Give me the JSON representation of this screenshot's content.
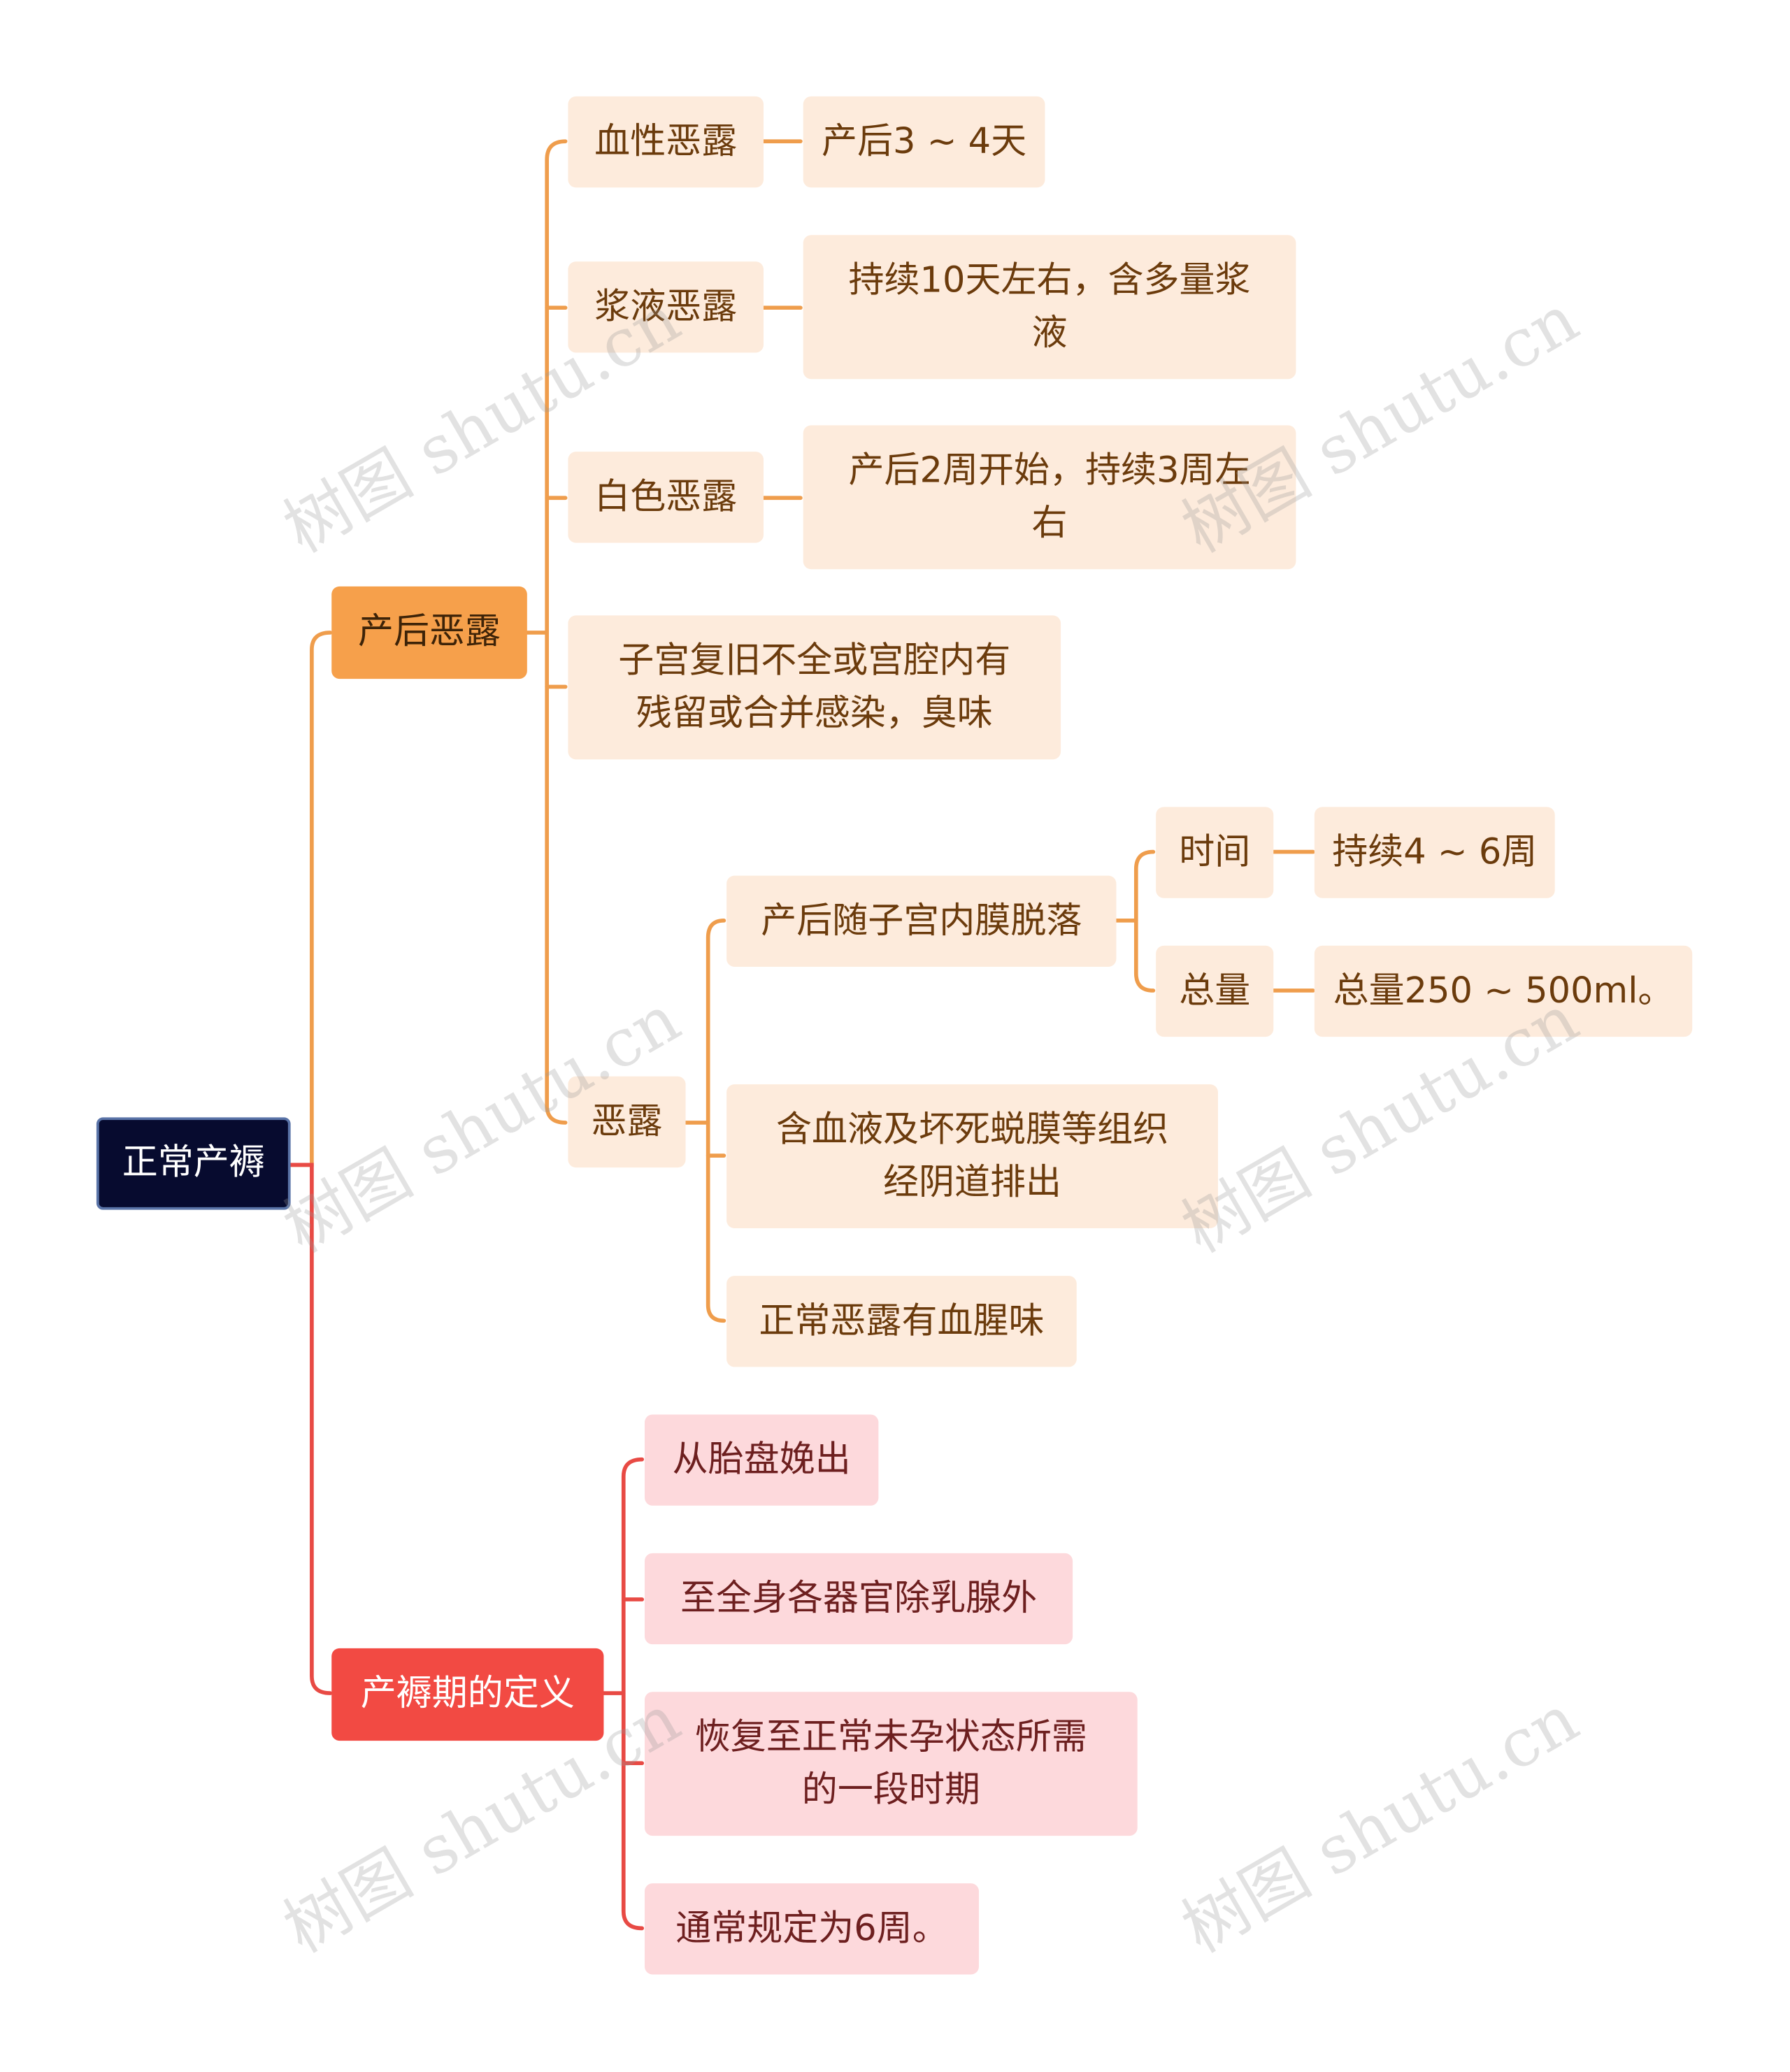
{
  "root": {
    "label": "正常产褥"
  },
  "lochia": {
    "label": "产后恶露",
    "bloody": {
      "label": "血性恶露",
      "desc": "产后3 ~ 4天"
    },
    "serous": {
      "label": "浆液恶露",
      "desc_line1": "持续10天左右，含多量浆",
      "desc_line2": "液"
    },
    "white": {
      "label": "白色恶露",
      "desc_line1": "产后2周开始，持续3周左",
      "desc_line2": "右"
    },
    "abnormal": {
      "line1": "子宫复旧不全或宫腔内有",
      "line2": "残留或合并感染，臭味"
    },
    "general": {
      "label": "恶露",
      "shed": {
        "label": "产后随子宫内膜脱落",
        "time": {
          "label": "时间",
          "value": "持续4 ~ 6周"
        },
        "total": {
          "label": "总量",
          "value": "总量250 ~ 500ml。"
        }
      },
      "contains": {
        "line1": "含血液及坏死蜕膜等组织",
        "line2": "经阴道排出"
      },
      "smell": {
        "label": "正常恶露有血腥味"
      }
    }
  },
  "definition": {
    "label": "产褥期的定义",
    "items": [
      "从胎盘娩出",
      "至全身各器官除乳腺外",
      "恢复至正常未孕状态所需",
      "的一段时期",
      "通常规定为6周。"
    ]
  },
  "watermark": "树图 shutu.cn",
  "colors": {
    "root": "#070b2f",
    "orange": "#f6a04b",
    "orange_line": "#ef9d4c",
    "red": "#f24a43",
    "red_line": "#e84a44",
    "orange_bg": "#fdebdc",
    "red_bg": "#fdd9dc"
  }
}
